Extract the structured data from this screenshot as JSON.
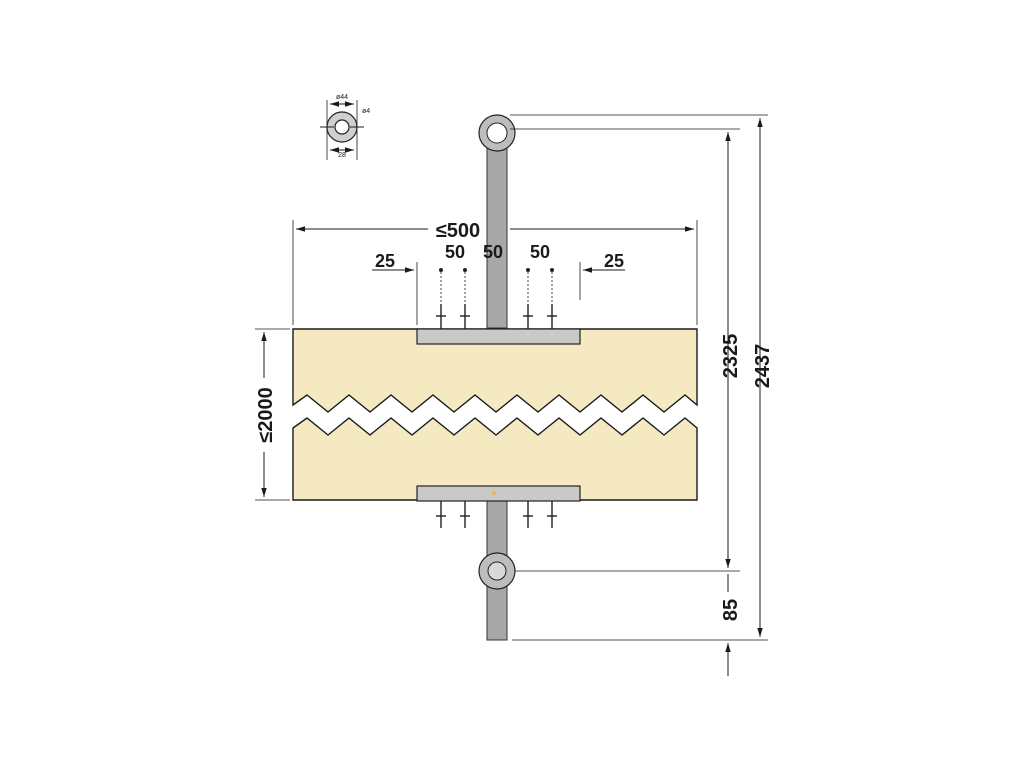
{
  "colors": {
    "panel": "#f5e9c2",
    "rod": "#a8a8a8",
    "plate": "#c9c9c9",
    "line": "#1a1a1a"
  },
  "detail": {
    "outer_diameter_label": "ø44",
    "hole_diameter_label": "ø4",
    "width_label": "28"
  },
  "dimensions": {
    "panel_width": "≤500",
    "left_offset": "25",
    "right_offset": "25",
    "screw_spacing_left": "50",
    "screw_spacing_center": "50",
    "screw_spacing_right": "50",
    "panel_height": "≤2000",
    "pivot_distance": "2325",
    "overall_height": "2437",
    "bottom_extension": "85"
  }
}
